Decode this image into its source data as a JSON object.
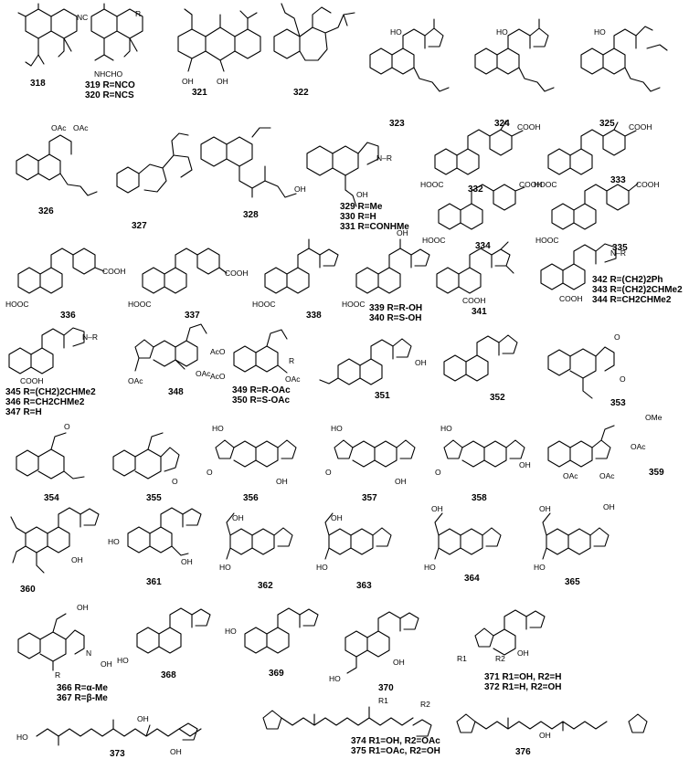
{
  "figure": {
    "compounds": [
      {
        "id": "318",
        "labels": [
          "NC"
        ]
      },
      {
        "id": "319",
        "labels": [
          "R",
          "319 R=NCO",
          "320 R=NCS",
          "NHCHO"
        ]
      },
      {
        "id": "321",
        "labels": [
          "OH",
          "OH"
        ]
      },
      {
        "id": "322",
        "labels": []
      },
      {
        "id": "323",
        "labels": [
          "HO"
        ]
      },
      {
        "id": "324",
        "labels": [
          "HO"
        ]
      },
      {
        "id": "325",
        "labels": [
          "HO"
        ]
      },
      {
        "id": "326",
        "labels": [
          "OAc",
          "OAc"
        ]
      },
      {
        "id": "327",
        "labels": []
      },
      {
        "id": "328",
        "labels": [
          "OH"
        ]
      },
      {
        "id": "329",
        "labels": [
          "N–R",
          "329 R=Me",
          "330 R=H",
          "331 R=CONHMe",
          "OH"
        ]
      },
      {
        "id": "332",
        "labels": [
          "COOH",
          "HOOC"
        ]
      },
      {
        "id": "333",
        "labels": [
          "COOH",
          "HOOC"
        ]
      },
      {
        "id": "334",
        "labels": [
          "COOH",
          "HOOC"
        ]
      },
      {
        "id": "335",
        "labels": [
          "COOH",
          "HOOC"
        ]
      },
      {
        "id": "336",
        "labels": [
          "COOH",
          "HOOC"
        ]
      },
      {
        "id": "337",
        "labels": [
          "COOH",
          "HOOC"
        ]
      },
      {
        "id": "338",
        "labels": [
          "HOOC"
        ]
      },
      {
        "id": "339",
        "labels": [
          "OH",
          "HOOC",
          "339 R=R-OH",
          "340 R=S-OH"
        ]
      },
      {
        "id": "341",
        "labels": [
          "COOH"
        ]
      },
      {
        "id": "342",
        "labels": [
          "N–R",
          "COOH",
          "342 R=(CH2)2Ph",
          "343 R=(CH2)2CHMe2",
          "344 R=CH2CHMe2"
        ]
      },
      {
        "id": "345",
        "labels": [
          "N–R",
          "COOH",
          "345 R=(CH2)2CHMe2",
          "346 R=CH2CHMe2",
          "347 R=H"
        ]
      },
      {
        "id": "348",
        "labels": [
          "OAc",
          "OAc"
        ]
      },
      {
        "id": "349",
        "labels": [
          "AcO",
          "AcO",
          "R",
          "OAc",
          "349 R=R-OAc",
          "350 R=S-OAc"
        ]
      },
      {
        "id": "351",
        "labels": [
          "OH"
        ]
      },
      {
        "id": "352",
        "labels": []
      },
      {
        "id": "353",
        "labels": [
          "O",
          "O"
        ]
      },
      {
        "id": "354",
        "labels": [
          "O"
        ]
      },
      {
        "id": "355",
        "labels": [
          "O"
        ]
      },
      {
        "id": "356",
        "labels": [
          "HO",
          "O",
          "OH"
        ]
      },
      {
        "id": "357",
        "labels": [
          "HO",
          "O",
          "OH"
        ]
      },
      {
        "id": "358",
        "labels": [
          "HO",
          "O",
          "OH"
        ]
      },
      {
        "id": "359",
        "labels": [
          "OMe",
          "OAc",
          "OAc",
          "OAc"
        ]
      },
      {
        "id": "360",
        "labels": [
          "OH"
        ]
      },
      {
        "id": "361",
        "labels": [
          "HO",
          "OH"
        ]
      },
      {
        "id": "362",
        "labels": [
          "OH",
          "HO"
        ]
      },
      {
        "id": "363",
        "labels": [
          "OH",
          "HO"
        ]
      },
      {
        "id": "364",
        "labels": [
          "OH",
          "HO"
        ]
      },
      {
        "id": "365",
        "labels": [
          "OH",
          "OH",
          "HO"
        ]
      },
      {
        "id": "366",
        "labels": [
          "OH",
          "N",
          "OH",
          "R",
          "366 R=α-Me",
          "367 R=β-Me"
        ]
      },
      {
        "id": "368",
        "labels": [
          "HO"
        ]
      },
      {
        "id": "369",
        "labels": [
          "HO"
        ]
      },
      {
        "id": "370",
        "labels": [
          "HO",
          "OH"
        ]
      },
      {
        "id": "371",
        "labels": [
          "R1",
          "R2",
          "OH",
          "371 R1=OH, R2=H",
          "372 R1=H, R2=OH"
        ]
      },
      {
        "id": "373",
        "labels": [
          "HO",
          "OH",
          "OH"
        ]
      },
      {
        "id": "374",
        "labels": [
          "R1",
          "R2",
          "374 R1=OH, R2=OAc",
          "375 R1=OAc, R2=OH"
        ]
      },
      {
        "id": "376",
        "labels": [
          "OH"
        ]
      }
    ]
  }
}
